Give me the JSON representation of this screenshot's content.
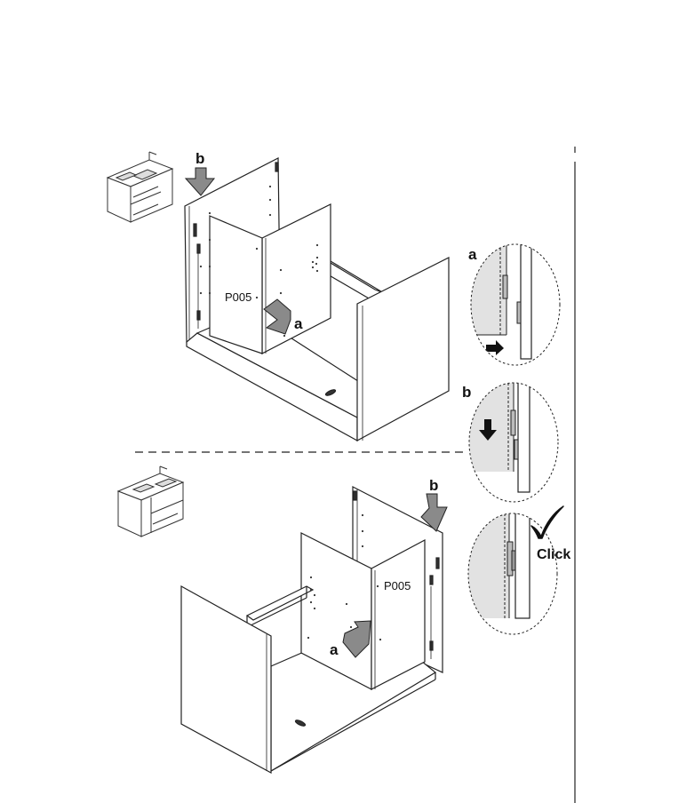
{
  "labels": {
    "part_top": "P005",
    "part_bottom": "P005",
    "arrow_a": "a",
    "arrow_b": "b",
    "detail_a": "a",
    "detail_b": "b",
    "click": "Click"
  },
  "colors": {
    "line": "#222222",
    "arrow_fill": "#8a8a8a",
    "detail_bg": "#e2e2e2"
  }
}
